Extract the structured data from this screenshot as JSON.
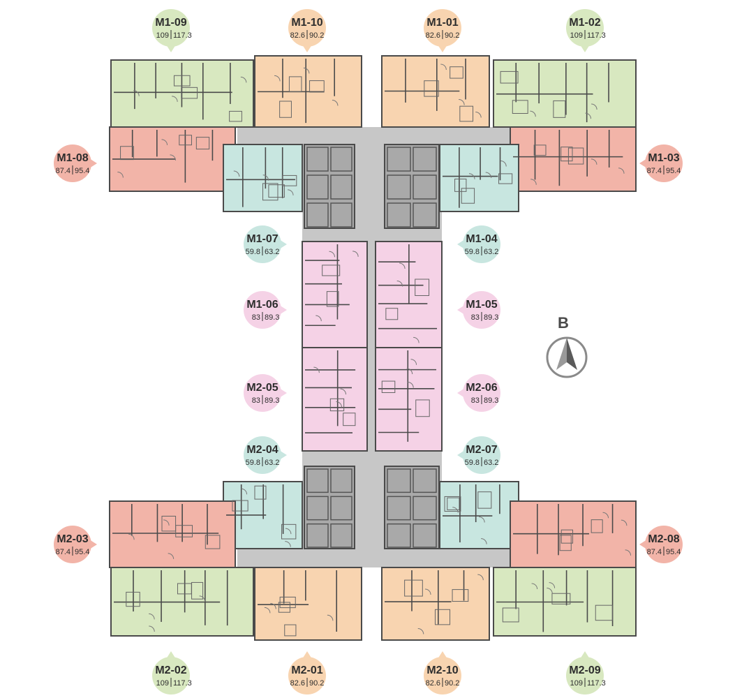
{
  "colors": {
    "green": "#d8e8c0",
    "orange": "#f8d4b0",
    "red": "#f2b4a8",
    "teal": "#c8e6e0",
    "pink": "#f5d2e6",
    "core": "#a9a9a9",
    "corridor": "#c7c7c7",
    "wall": "#4a4a4a"
  },
  "compass": {
    "letter": "B"
  },
  "units": [
    {
      "code": "M1-09",
      "area_a": "109",
      "area_b": "117.3",
      "color": "green"
    },
    {
      "code": "M1-10",
      "area_a": "82.6",
      "area_b": "90.2",
      "color": "orange"
    },
    {
      "code": "M1-01",
      "area_a": "82.6",
      "area_b": "90.2",
      "color": "orange"
    },
    {
      "code": "M1-02",
      "area_a": "109",
      "area_b": "117.3",
      "color": "green"
    },
    {
      "code": "M1-08",
      "area_a": "87.4",
      "area_b": "95.4",
      "color": "red"
    },
    {
      "code": "M1-03",
      "area_a": "87.4",
      "area_b": "95.4",
      "color": "red"
    },
    {
      "code": "M1-07",
      "area_a": "59.8",
      "area_b": "63.2",
      "color": "teal"
    },
    {
      "code": "M1-04",
      "area_a": "59.8",
      "area_b": "63.2",
      "color": "teal"
    },
    {
      "code": "M1-06",
      "area_a": "83",
      "area_b": "89.3",
      "color": "pink"
    },
    {
      "code": "M1-05",
      "area_a": "83",
      "area_b": "89.3",
      "color": "pink"
    },
    {
      "code": "M2-05",
      "area_a": "83",
      "area_b": "89.3",
      "color": "pink"
    },
    {
      "code": "M2-06",
      "area_a": "83",
      "area_b": "89.3",
      "color": "pink"
    },
    {
      "code": "M2-04",
      "area_a": "59.8",
      "area_b": "63.2",
      "color": "teal"
    },
    {
      "code": "M2-07",
      "area_a": "59.8",
      "area_b": "63.2",
      "color": "teal"
    },
    {
      "code": "M2-03",
      "area_a": "87.4",
      "area_b": "95.4",
      "color": "red"
    },
    {
      "code": "M2-08",
      "area_a": "87.4",
      "area_b": "95.4",
      "color": "red"
    },
    {
      "code": "M2-02",
      "area_a": "109",
      "area_b": "117.3",
      "color": "green"
    },
    {
      "code": "M2-01",
      "area_a": "82.6",
      "area_b": "90.2",
      "color": "orange"
    },
    {
      "code": "M2-10",
      "area_a": "82.6",
      "area_b": "90.2",
      "color": "orange"
    },
    {
      "code": "M2-09",
      "area_a": "109",
      "area_b": "117.3",
      "color": "green"
    }
  ]
}
